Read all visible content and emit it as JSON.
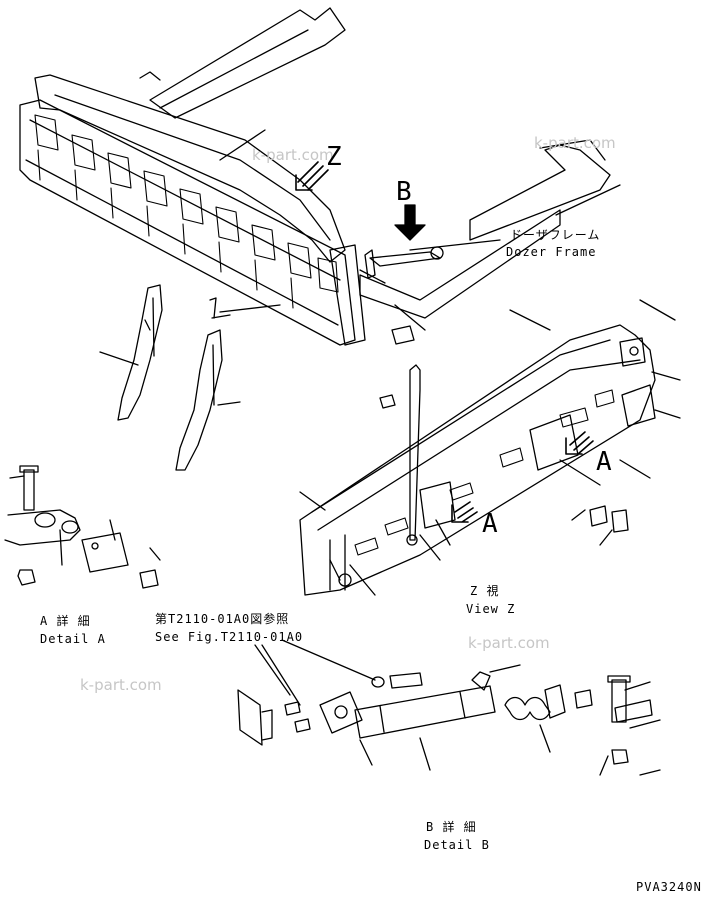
{
  "labels": {
    "view_letter_z": "Z",
    "view_letter_b": "B",
    "view_letter_a1": "A",
    "view_letter_a2": "A",
    "dozer_frame_jp": "ドーザフレーム",
    "dozer_frame_en": "Dozer Frame",
    "view_z_jp": "Z  視",
    "view_z_en": "View Z",
    "detail_a_jp": "A 詳 細",
    "detail_a_en": "Detail A",
    "fig_ref_jp": "第T2110-01A0図参照",
    "fig_ref_en": "See Fig.T2110-01A0",
    "detail_b_jp": "B 詳 細",
    "detail_b_en": "Detail B",
    "drawing_code": "PVA3240N"
  },
  "watermarks": [
    "k-part.com",
    "k-part.com",
    "k-part.com",
    "k-part.com"
  ],
  "colors": {
    "line": "#000000",
    "watermark": "#c6c6c6",
    "background": "#ffffff"
  }
}
